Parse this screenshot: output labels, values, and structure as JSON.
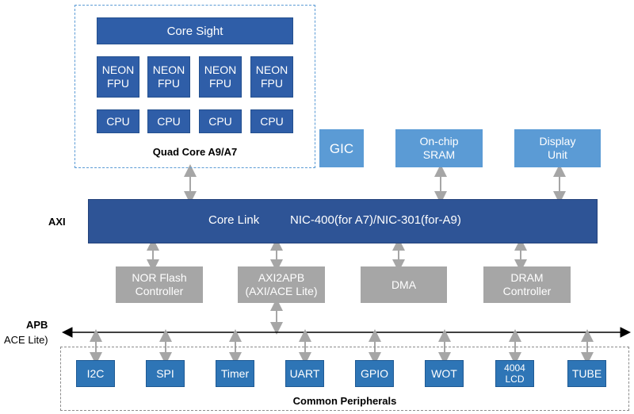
{
  "cluster": {
    "title": "Quad Core A9/A7",
    "coresight": "Core Sight",
    "neon": [
      "NEON\nFPU",
      "NEON\nFPU",
      "NEON\nFPU",
      "NEON\nFPU"
    ],
    "cpu": [
      "CPU",
      "CPU",
      "CPU",
      "CPU"
    ]
  },
  "top_blocks": {
    "gic": "GIC",
    "sram": "On-chip\nSRAM",
    "display": "Display\nUnit"
  },
  "bus": {
    "axi_label": "AXI",
    "core_link": "Core Link",
    "nic": "NIC-400(for A7)/NIC-301(for-A9)"
  },
  "middle_blocks": {
    "nor": "NOR Flash\nController",
    "axi2apb": "AXI2APB\n(AXI/ACE Lite)",
    "dma": "DMA",
    "dram": "DRAM\nController"
  },
  "apb": {
    "label": "APB",
    "sublabel": "ACE Lite)"
  },
  "peripherals": {
    "title": "Common Peripherals",
    "items": [
      "I2C",
      "SPI",
      "Timer",
      "UART",
      "GPIO",
      "WOT",
      "4004\nLCD",
      "TUBE"
    ]
  }
}
